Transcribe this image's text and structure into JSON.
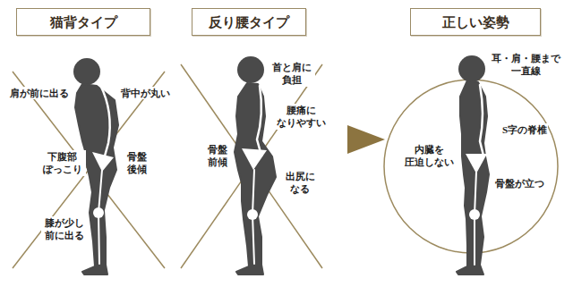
{
  "diagram": {
    "nodes": [
      {
        "text": [
          "猫背タイプ"
        ]
      },
      {
        "text": [
          "反り腰タイプ"
        ]
      },
      {
        "text": [
          "正しい姿勢"
        ]
      }
    ],
    "labels": [
      "肩が前に出る",
      "背中が丸い",
      "下腹部 ぽっこり",
      "骨盤 後傾",
      "膝が少し 前に出る",
      "首と肩に 負担",
      "腰痛に なりやすい",
      "骨盤 前傾",
      "出尻に なる",
      "耳・肩・腰まで 一直線",
      "S字の脊椎",
      "内臓を 圧迫しない",
      "骨盤が立つ"
    ]
  }
}
